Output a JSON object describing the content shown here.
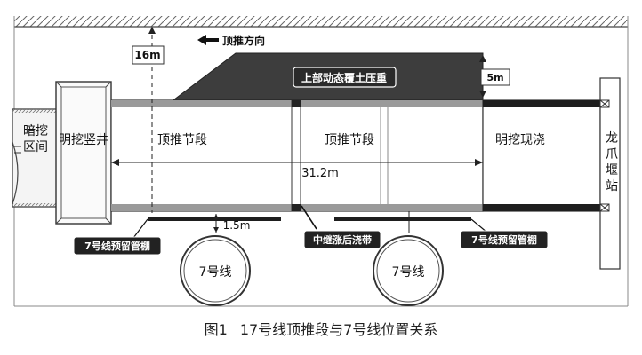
{
  "labels": {
    "dark_tunnel": "暗挖区间",
    "open_shaft": "明挖竖井",
    "jack_left": "顶推节段",
    "jack_right": "顶推节段",
    "cast_in_place": "明挖现浇",
    "station": "龙爪堰站",
    "push_direction": "顶推方向",
    "overburden": "上部动态覆土压重",
    "dim_16m": "16m",
    "dim_5m": "5m",
    "dim_31": "31.2m",
    "dim_15": "1.5m",
    "canopy_left": "7号线预留管棚",
    "relay_band": "中继涨后浇带",
    "canopy_right": "7号线预留管棚",
    "line7_a": "7号线",
    "line7_b": "7号线"
  },
  "caption": {
    "figure": "图1",
    "title": "17号线顶推段与7号线位置关系"
  },
  "colors": {
    "ink": "#1a1a1a",
    "dark_fill": "#3a3a3a",
    "gray_band": "#9a9a9a",
    "shaft_fill": "#e6e6e6"
  }
}
